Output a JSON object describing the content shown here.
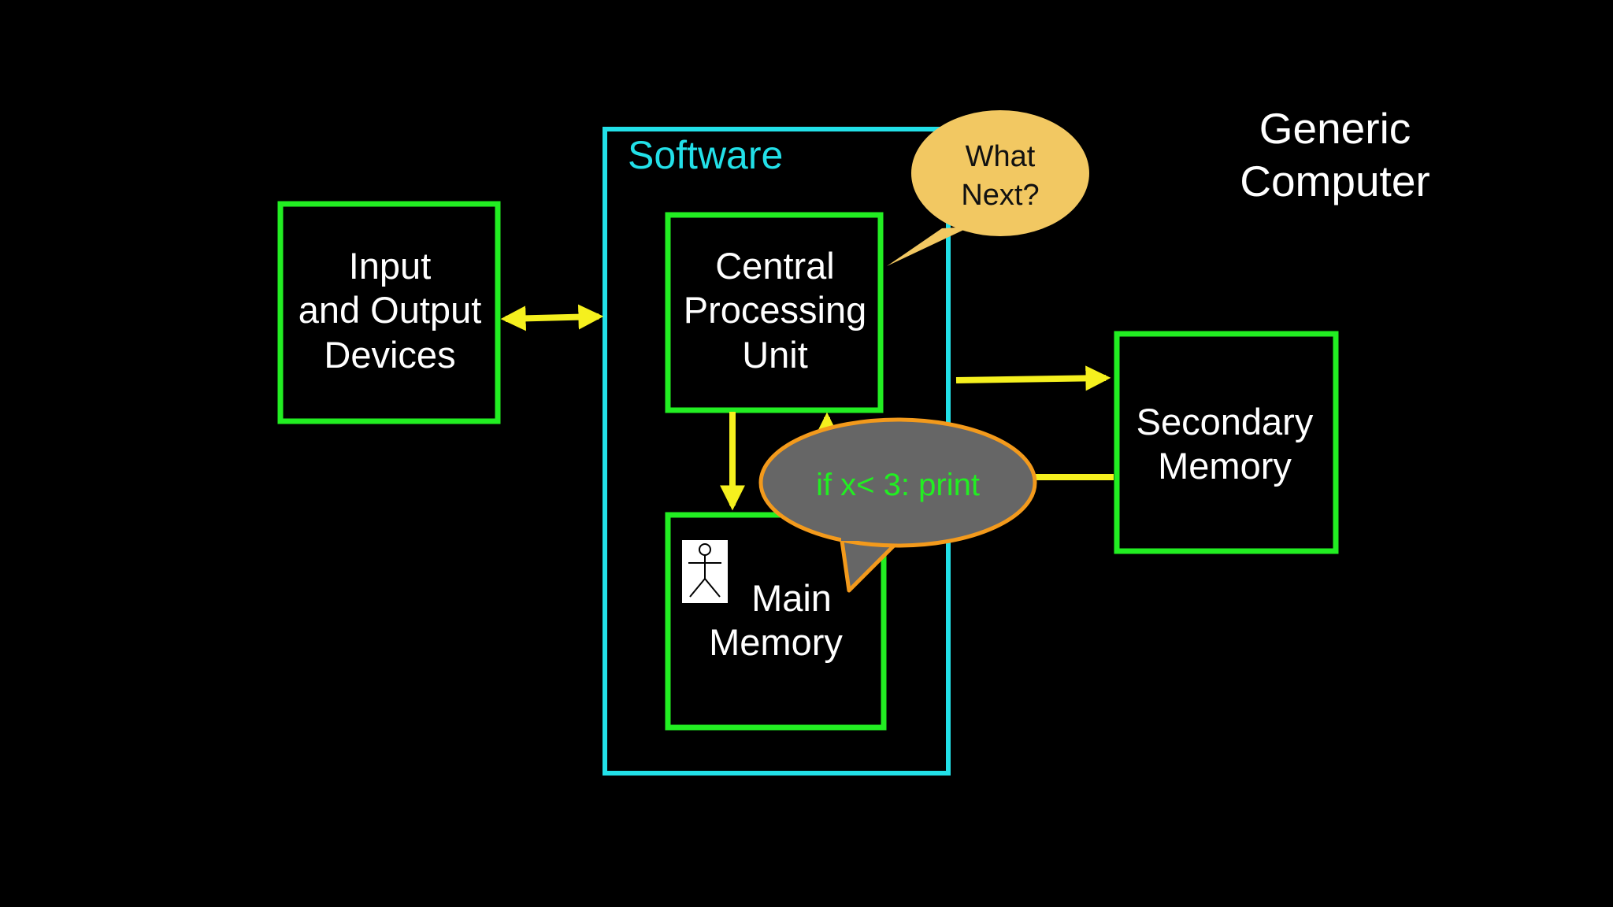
{
  "title": [
    "Generic",
    "Computer"
  ],
  "software_label": "Software",
  "io_box": [
    "Input",
    "and Output",
    "Devices"
  ],
  "cpu_box": [
    "Central",
    "Processing",
    "Unit"
  ],
  "main_memory_box": [
    "Main",
    "Memory"
  ],
  "secondary_memory_box": [
    "Secondary",
    "Memory"
  ],
  "thought_bubble": [
    "What",
    "Next?"
  ],
  "speech_bubble": "if x< 3: print",
  "icons": [
    "stick-figure-icon"
  ],
  "colors": {
    "background": "#000000",
    "component_border": "#22ee22",
    "software_border": "#22e0e8",
    "arrow": "#f5f01e",
    "thought_bubble_fill": "#f2c862",
    "speech_bubble_fill": "#666666",
    "speech_bubble_border": "#f39a1c",
    "code_text": "#22ee22"
  }
}
